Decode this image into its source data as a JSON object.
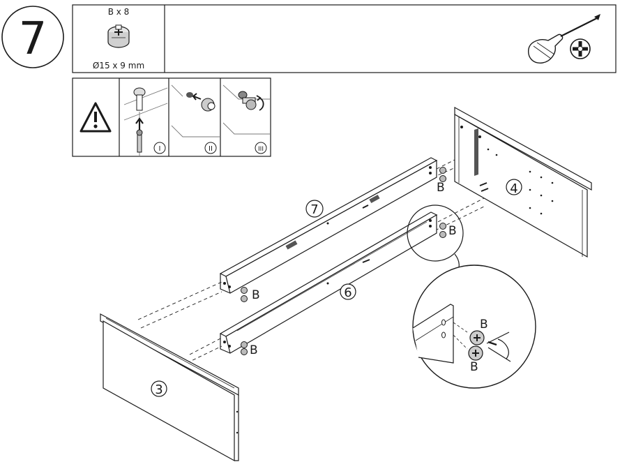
{
  "step": {
    "number": "7"
  },
  "parts_box": {
    "fitting_label": "B x 8",
    "fitting_size": "Ø15 x 9 mm",
    "tool_icon": "screwdriver-icon",
    "screw_head_icon": "phillips-head-icon"
  },
  "warning_box": {
    "icon": "warning-triangle-icon",
    "substeps": [
      "I",
      "II",
      "III"
    ]
  },
  "assembly": {
    "part_labels": {
      "panel_left": "3",
      "panel_right": "4",
      "rail_front": "6",
      "rail_back": "7"
    },
    "fitting_callouts": [
      "B",
      "B",
      "B",
      "B"
    ],
    "detail_callouts": [
      "B",
      "B"
    ]
  }
}
